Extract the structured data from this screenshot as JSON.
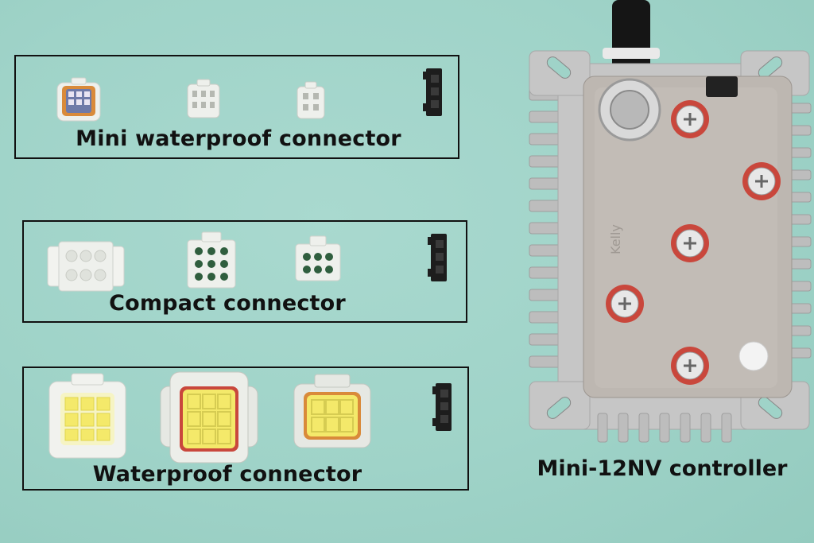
{
  "panels": {
    "mini_waterproof": {
      "label": "Mini waterproof connector"
    },
    "compact": {
      "label": "Compact connector"
    },
    "waterproof": {
      "label": "Waterproof connector"
    }
  },
  "controller": {
    "label": "Mini-12NV controller",
    "brand": "Kelly"
  },
  "colors": {
    "background": "#9fd3c8",
    "connector_white": "#eef0ec",
    "connector_yellow": "#f4e96a",
    "seal_orange": "#d98a3a",
    "seal_red": "#c9473c",
    "housing_grey": "#bdb7b1",
    "heatsink_grey": "#c8c8c8"
  }
}
